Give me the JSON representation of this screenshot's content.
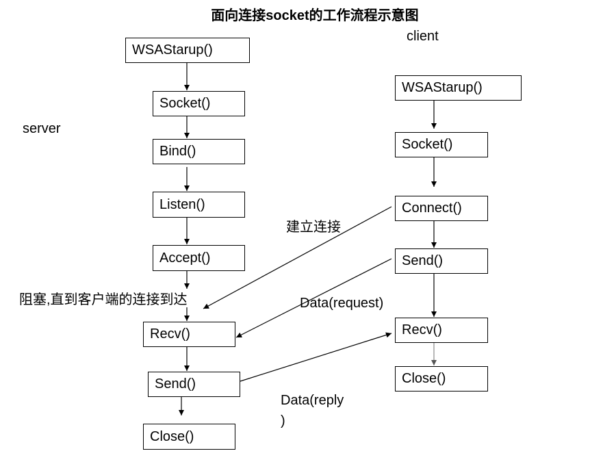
{
  "title": "面向连接socket的工作流程示意图",
  "labels": {
    "client": "client",
    "server": "server",
    "connect": "建立连接",
    "block": "阻塞,直到客户端的连接到达",
    "request": "Data(request)",
    "reply_line1": "Data(reply",
    "reply_line2": ")"
  },
  "server": {
    "steps": [
      "WSAStarup()",
      "Socket()",
      "Bind()",
      "Listen()",
      "Accept()",
      "Recv()",
      "Send()",
      "Close()"
    ]
  },
  "client": {
    "steps": [
      "WSAStarup()",
      "Socket()",
      "Connect()",
      "Send()",
      "Recv()",
      "Close()"
    ]
  }
}
